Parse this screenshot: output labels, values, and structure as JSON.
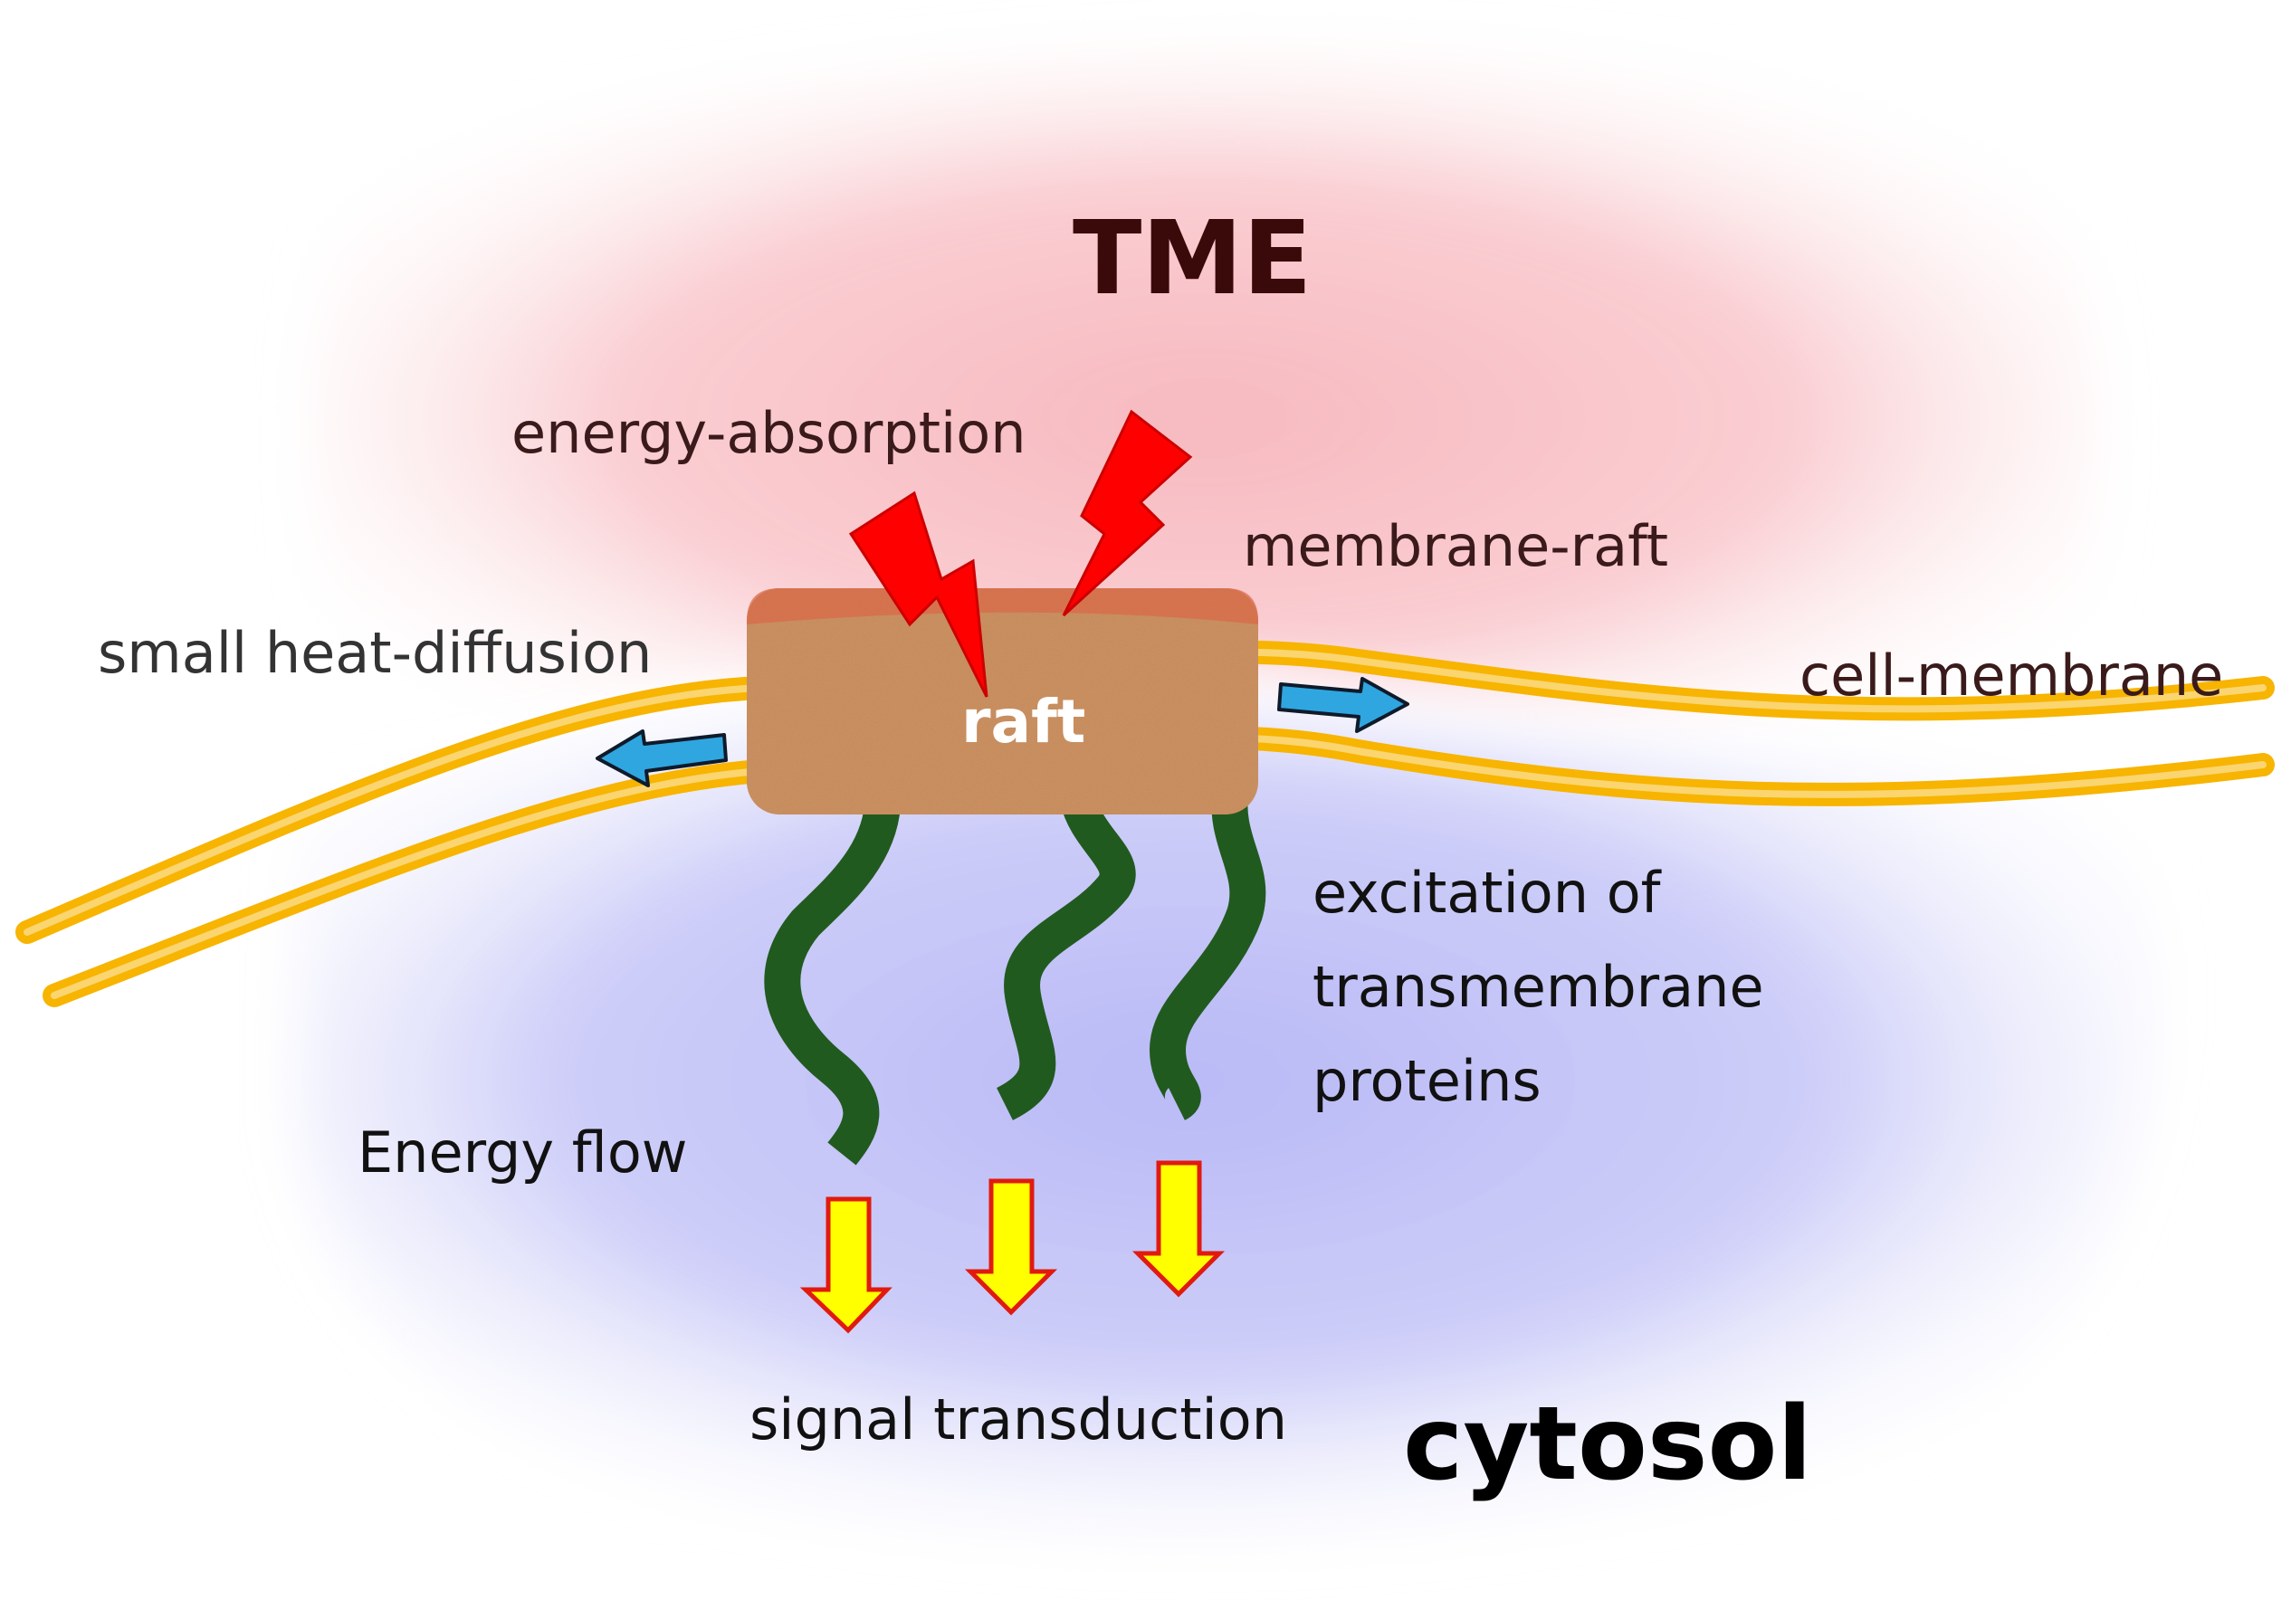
{
  "labels": {
    "tme": "TME",
    "energy_absorption": "energy-absorption",
    "membrane_raft": "membrane-raft",
    "small_heat_diffusion": "small heat-diffusion",
    "cell_membrane": "cell-membrane",
    "raft": "raft",
    "excitation": "excitation of\ntransmembrane\nproteins",
    "energy_flow": "Energy flow",
    "signal_transduction": "signal transduction",
    "cytosol": "cytosol"
  },
  "colors": {
    "tme_region": "#f7b9bf",
    "cytosol_region": "#b9b9f7",
    "membrane": "#f7b400",
    "raft": "#c98a5a",
    "raft_top": "#d96a4a",
    "lightning": "#ff0000",
    "heat_arrow": "#2fa6e0",
    "protein": "#215a1f",
    "signal_arrow": "#ffff00",
    "signal_arrow_outline": "#e11a10",
    "tme_text": "#3a0a0a",
    "label_text": "#3a1a1a"
  }
}
